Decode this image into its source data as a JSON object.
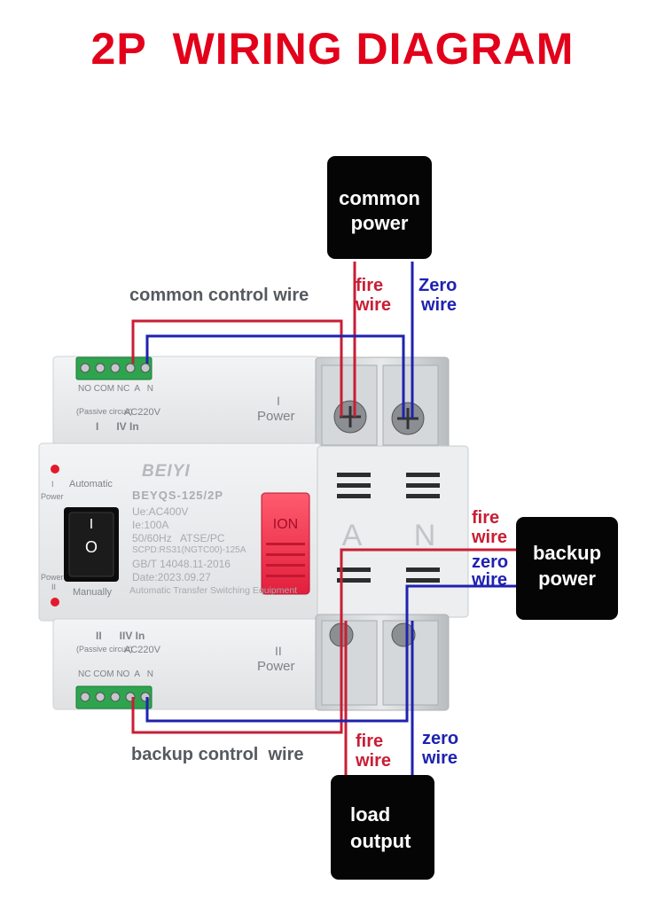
{
  "title": "2P  WIRING DIAGRAM",
  "boxes": {
    "common_power": [
      "common",
      "power"
    ],
    "backup_power": [
      "backup",
      "power"
    ],
    "load_output": [
      "load",
      "output"
    ]
  },
  "labels": {
    "common_control_wire": "common control wire",
    "backup_control_wire": "backup control  wire",
    "fire_wire_top": [
      "fire",
      "wire"
    ],
    "zero_wire_top": [
      "Zero",
      "wire"
    ],
    "fire_wire_right": [
      "fire",
      "wire"
    ],
    "zero_wire_right": [
      "zero",
      "wire"
    ],
    "fire_wire_bottom": [
      "fire",
      "wire"
    ],
    "zero_wire_bottom": [
      "zero",
      "wire"
    ]
  },
  "device": {
    "brand": "BEIYI",
    "model": "BEYQS-125/2P",
    "spec_lines": [
      "Ue:AC400V",
      "Ie:100A",
      "50/60Hz   ATSE/PC",
      "SCPD:RS31(NGTC00)-125A",
      "GB/T 14048.11-2016",
      "Date:2023.09.27"
    ],
    "equipment": "Automatic Transfer Switching Equipment",
    "switch_top_label": "Automatic",
    "switch_bottom_label": "Manually",
    "switch_on": "I",
    "switch_off": "O",
    "lamp_i": "I",
    "lamp_i_label": "Power",
    "lamp_ii": "II",
    "lamp_ii_label": "Power",
    "handle_label": "ION",
    "phase_a": "A",
    "phase_n": "N",
    "power_i": [
      "I",
      "Power"
    ],
    "power_ii": [
      "II",
      "Power"
    ],
    "terminal_top": {
      "labels": "NO COM NC  A   N",
      "passive": "(Passive circuit)",
      "voltage": "AC220V",
      "bottom": "I      IV In"
    },
    "terminal_bottom": {
      "top": "II      IIV In",
      "passive": "(Passive circuit)",
      "voltage": "AC220V",
      "labels": "NC COM NO  A   N"
    }
  },
  "colors": {
    "title_red": "#e2001a",
    "fire_wire": "#c81e34",
    "zero_wire": "#1f22b0",
    "box_black": "#050505",
    "terminal_green": "#2ea44f",
    "handle_red": "#ee2b47"
  }
}
